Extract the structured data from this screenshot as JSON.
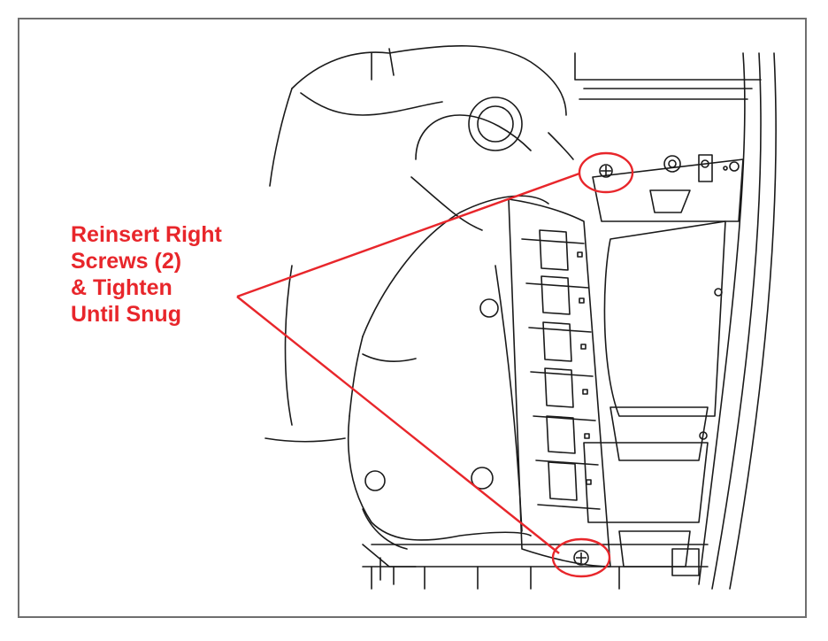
{
  "callout": {
    "lines": [
      "Reinsert Right",
      "Screws (2)",
      "& Tighten",
      "Until Snug"
    ],
    "color": "#e8262b"
  },
  "illustration": {
    "subject": "service-diagram-hand-holding-part-with-two-screw-locations",
    "highlight_color": "#e8262b",
    "line_color": "#1a1a1a"
  }
}
